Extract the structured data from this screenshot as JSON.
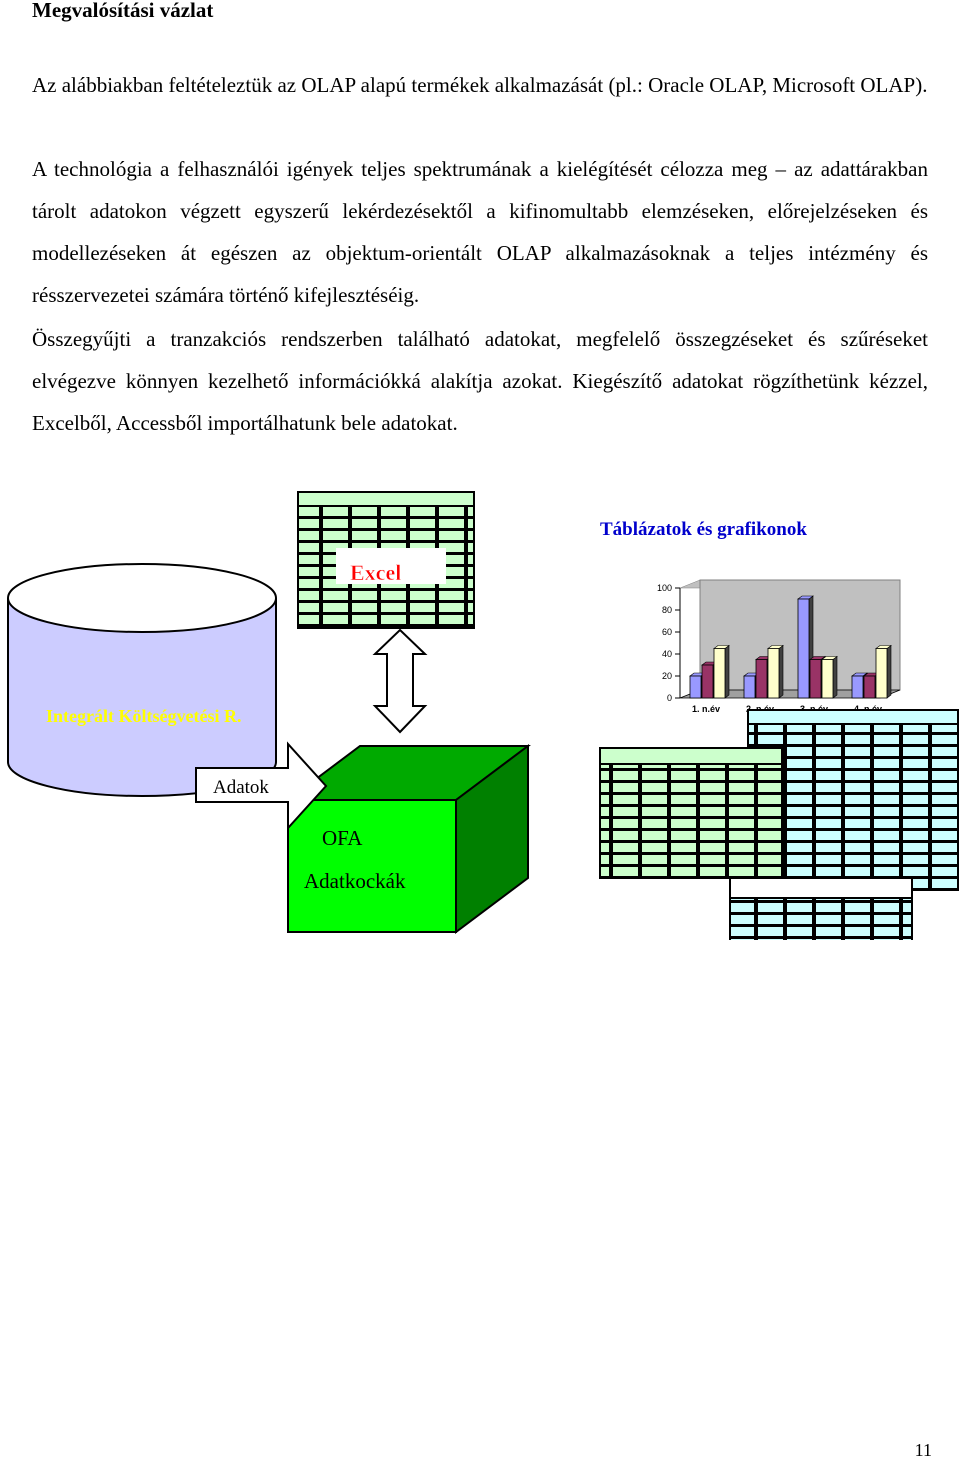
{
  "heading": "Megvalósítási vázlat",
  "paragraphs": [
    "Az alábbiakban feltételeztük az OLAP alapú termékek alkalmazását (pl.: Oracle OLAP, Microsoft OLAP).",
    "A technológia a felhasználói igények teljes spektrumának a kielégítését célozza meg – az adattárakban tárolt adatokon végzett egyszerű lekérdezésektől a kifinomultabb elemzéseken, előrejelzéseken és modellezéseken át egészen az objektum-orientált OLAP alkalmazásoknak a teljes intézmény és résszervezetei számára történő kifejlesztéséig.",
    "Összegyűjti a tranzakciós rendszerben található adatokat, megfelelő összegzéseket és szűréseket elvégezve könnyen kezelhető információkká alakítja azokat. Kiegészítő adatokat rögzíthetünk kézzel, Excelből, Accessből importálhatunk bele adatokat."
  ],
  "diagram": {
    "database_label": "Integrált Költségvetési R.",
    "excel_label": "Excel",
    "arrow_label": "Adatok",
    "cube_label_line1": "OFA",
    "cube_label_line2": "Adatkockák",
    "tables_title": "Táblázatok és grafikonok"
  },
  "chart_data": {
    "type": "bar",
    "title": "",
    "categories": [
      "1. n.év",
      "2. n.év",
      "3. n.év",
      "4. n.év"
    ],
    "series": [
      {
        "values": [
          20,
          20,
          90,
          20
        ]
      },
      {
        "values": [
          30,
          35,
          35,
          20
        ]
      },
      {
        "values": [
          45,
          45,
          35,
          45
        ]
      }
    ],
    "yticks": [
      "0",
      "20",
      "40",
      "60",
      "80",
      "100"
    ],
    "ylim": [
      0,
      100
    ],
    "colors": [
      "#9999ff",
      "#993366",
      "#ffffcc"
    ]
  },
  "page_number": "11"
}
